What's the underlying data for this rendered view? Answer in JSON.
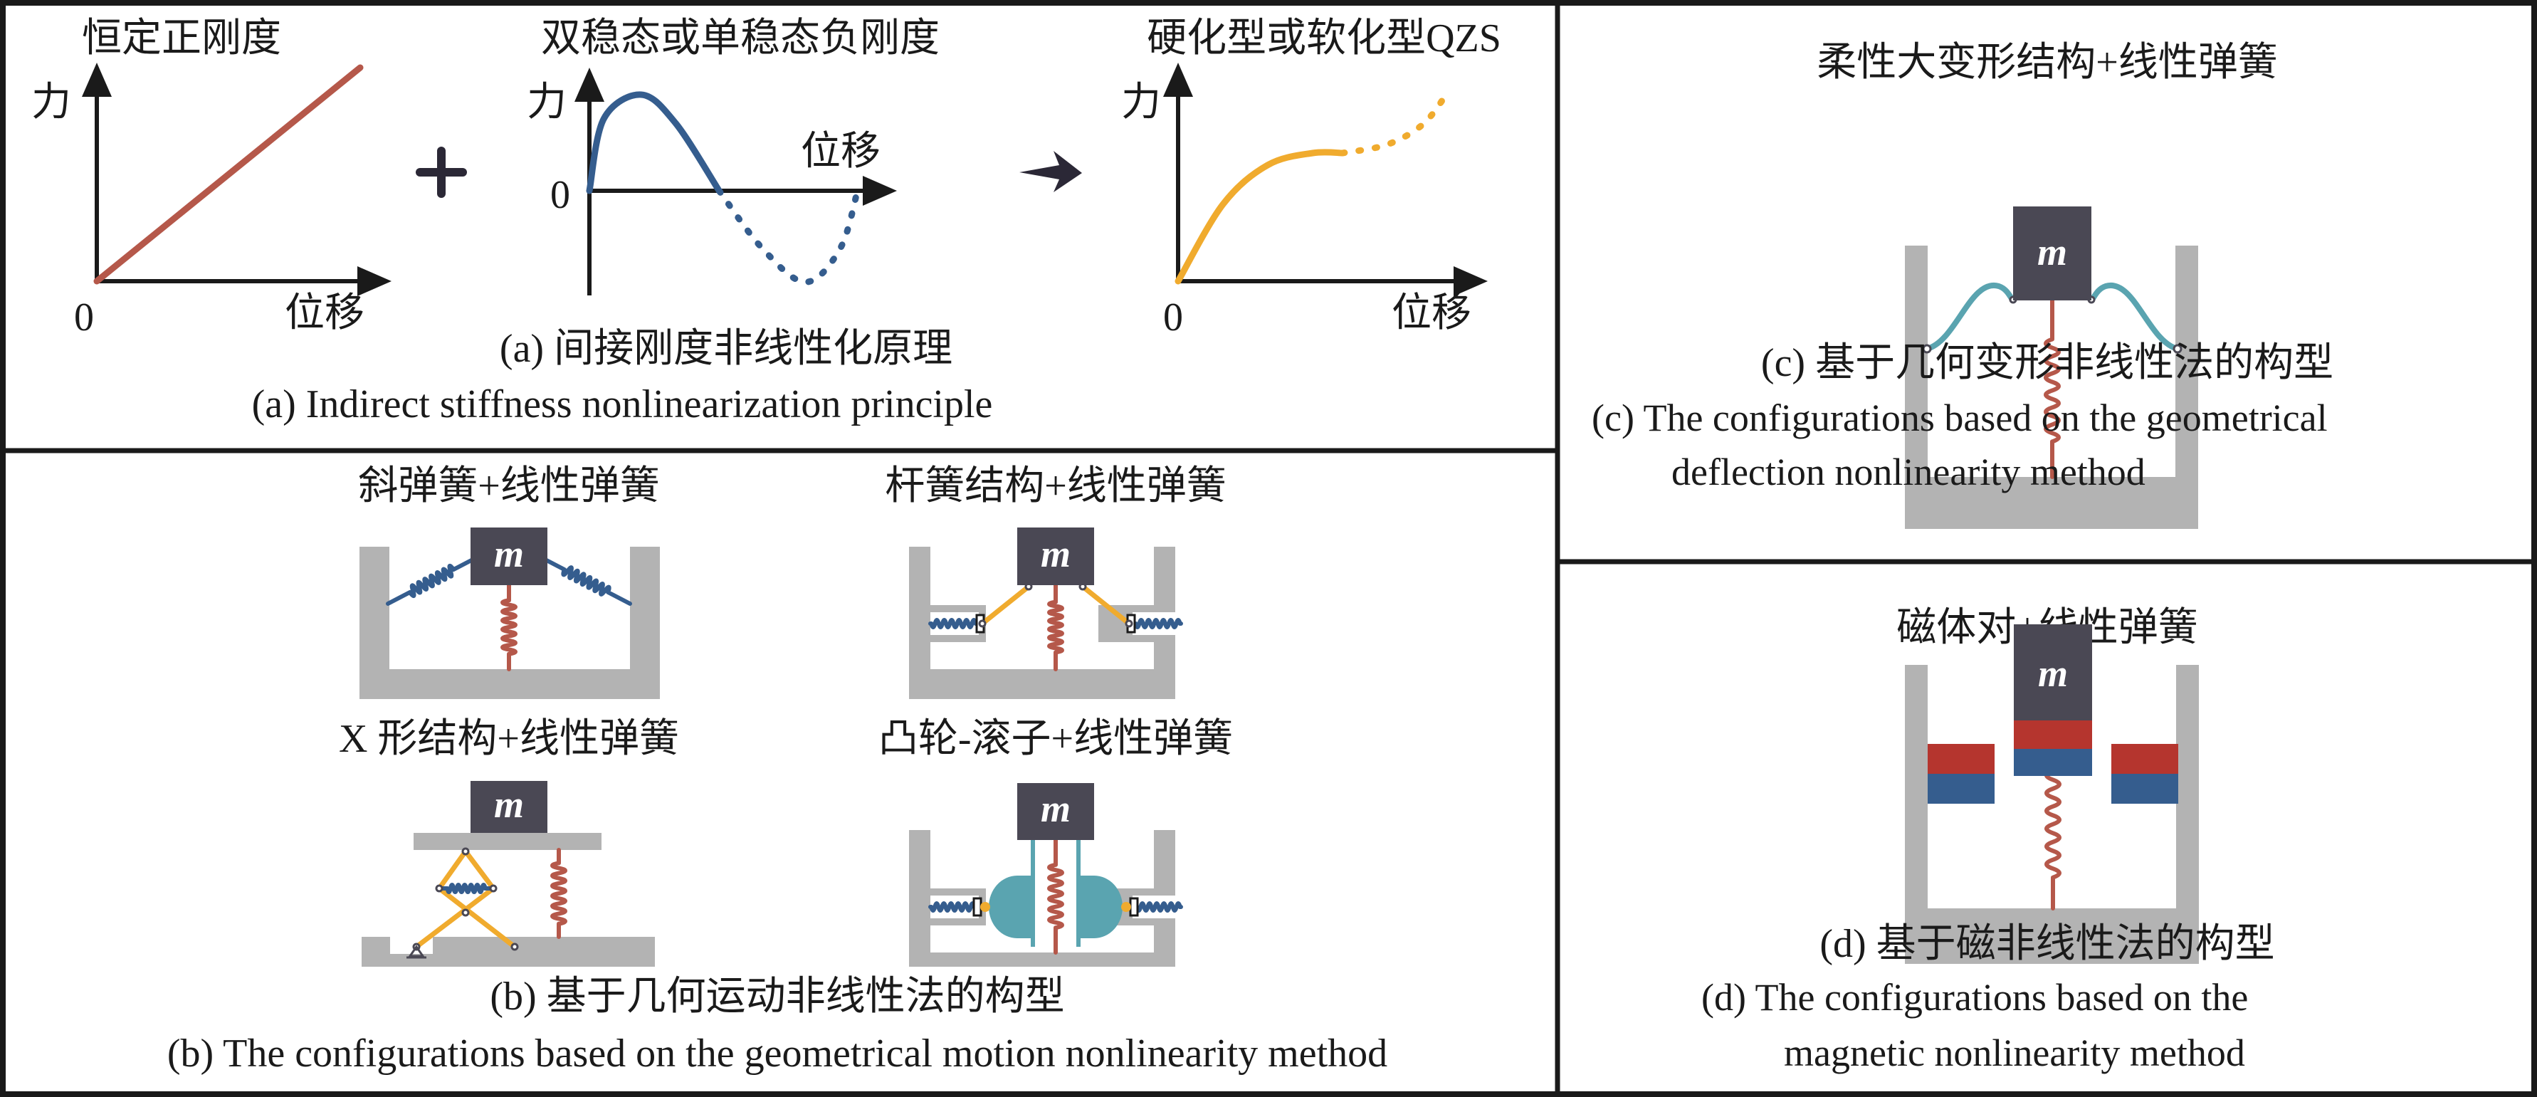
{
  "figure": {
    "colors": {
      "frame_border": "#1a1a1a",
      "ground_gray": "#b3b3b3",
      "mass_block": "#4a4854",
      "linear_spring": "#b5584a",
      "oblique_spring": "#355d8e",
      "rod_yellow": "#f0ab2e",
      "flexible_beam": "#5aa4b0",
      "cam_teal": "#5aa4b0",
      "magnet_red": "#b5352e",
      "magnet_blue": "#355d8e",
      "curve_linear": "#b5584a",
      "curve_negative": "#355d8e",
      "curve_qzs": "#f0ab2e"
    },
    "mass_label": "m"
  },
  "panel_a": {
    "plots": [
      {
        "title": "恒定正刚度",
        "ylabel": "力",
        "xlabel": "位移",
        "origin_label": "0"
      },
      {
        "title": "双稳态或单稳态负刚度",
        "ylabel": "力",
        "xlabel": "位移",
        "origin_label": "0"
      },
      {
        "title": "硬化型或软化型QZS",
        "ylabel": "力",
        "xlabel": "位移",
        "origin_label": "0"
      }
    ],
    "operator_plus": "+",
    "operator_arrow": "arrow-right-icon",
    "caption_cn": "(a)  间接刚度非线性化原理",
    "caption_en": "(a)  Indirect stiffness nonlinearization principle"
  },
  "panel_b": {
    "diagrams": [
      {
        "title": "斜弹簧+线性弹簧"
      },
      {
        "title": "杆簧结构+线性弹簧"
      },
      {
        "title": "X 形结构+线性弹簧"
      },
      {
        "title": "凸轮-滚子+线性弹簧"
      }
    ],
    "caption_cn": "(b)  基于几何运动非线性法的构型",
    "caption_en": "(b)  The configurations based on the geometrical motion nonlinearity method"
  },
  "panel_c": {
    "title": "柔性大变形结构+线性弹簧",
    "caption_cn": "(c)  基于几何变形非线性法的构型",
    "caption_en_line1": "(c)  The configurations based on the geometrical",
    "caption_en_line2": "deflection nonlinearity method"
  },
  "panel_d": {
    "title": "磁体对+线性弹簧",
    "caption_cn": "(d)  基于磁非线性法的构型",
    "caption_en_line1": "(d)  The configurations based on the",
    "caption_en_line2": "magnetic nonlinearity method"
  },
  "chart_data": [
    {
      "type": "line",
      "title": "恒定正刚度",
      "xlabel": "位移",
      "ylabel": "力",
      "description": "constant positive stiffness: straight line through origin",
      "series": [
        {
          "name": "linear",
          "style": "solid",
          "x": [
            0,
            1
          ],
          "y": [
            0,
            1
          ]
        }
      ]
    },
    {
      "type": "line",
      "title": "双稳态或单稳态负刚度",
      "xlabel": "位移",
      "ylabel": "力",
      "description": "negative stiffness: rises to a peak, crosses zero, dips to a trough (dashed) and returns to zero",
      "series": [
        {
          "name": "solid-segment",
          "style": "solid",
          "x": [
            0,
            0.05,
            0.18,
            0.3,
            0.45
          ],
          "y": [
            0,
            0.75,
            1.0,
            0.7,
            0
          ]
        },
        {
          "name": "dashed-segment",
          "style": "dashed",
          "x": [
            0.45,
            0.6,
            0.75,
            0.87,
            0.93
          ],
          "y": [
            0,
            -0.6,
            -0.95,
            -0.6,
            0
          ]
        }
      ]
    },
    {
      "type": "line",
      "title": "硬化型或软化型QZS",
      "xlabel": "位移",
      "ylabel": "力",
      "description": "QZS: rises, flattens to plateau (solid), then hardens upward (dashed)",
      "series": [
        {
          "name": "solid-segment",
          "style": "solid",
          "x": [
            0,
            0.15,
            0.3,
            0.45,
            0.55
          ],
          "y": [
            0,
            0.45,
            0.68,
            0.75,
            0.75
          ]
        },
        {
          "name": "dashed-segment",
          "style": "dashed",
          "x": [
            0.55,
            0.7,
            0.82,
            0.9
          ],
          "y": [
            0.75,
            0.8,
            0.92,
            1.1
          ]
        }
      ]
    }
  ]
}
